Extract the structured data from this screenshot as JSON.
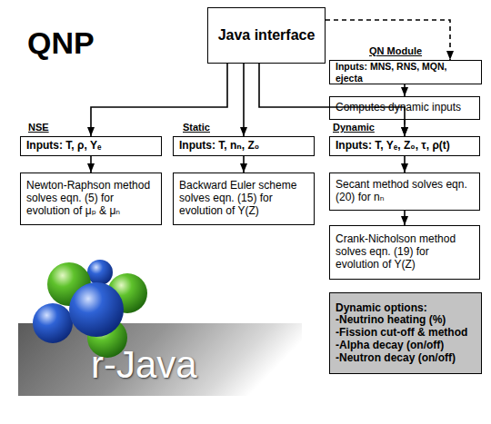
{
  "diagram": {
    "title": "QNP",
    "nodes": [
      {
        "text": [
          "Java interface"
        ]
      },
      {
        "text": [
          "QN Module",
          "Inputs: MNS, RNS, MQN, ejecta"
        ]
      },
      {
        "text": [
          "Computes dynamic inputs"
        ]
      },
      {
        "text": [
          "NSE",
          "Inputs: T, ρ, Yₑ"
        ]
      },
      {
        "text": [
          "Static",
          "Inputs: T, nₙ, Z₀"
        ]
      },
      {
        "text": [
          "Dynamic",
          "Inputs: T, Yₑ, Z₀, τ, ρ(t)"
        ]
      },
      {
        "text": [
          "Newton-Raphson method solves eqn. (5) for evolution of μₚ & μₙ"
        ]
      },
      {
        "text": [
          "Backward Euler scheme solves eqn. (15) for evolution of Y(Z)"
        ]
      },
      {
        "text": [
          "Secant method solves eqn. (20) for nₙ"
        ]
      },
      {
        "text": [
          "Crank-Nicholson method solves eqn. (19) for evolution of Y(Z)"
        ]
      },
      {
        "text": [
          "Dynamic options:",
          "-Neutrino heating (%)",
          "-Fission cut-off & method",
          "-Alpha decay (on/off)",
          "-Neutron decay (on/off)"
        ]
      }
    ],
    "edges": [
      {
        "from": 0,
        "to": 3,
        "arrow": "to"
      },
      {
        "from": 0,
        "to": 4,
        "arrow": "to"
      },
      {
        "from": 0,
        "to": 5,
        "arrow": "to"
      },
      {
        "from": 0,
        "to": 1,
        "arrow": "to"
      },
      {
        "from": 1,
        "to": 2,
        "arrow": "to"
      },
      {
        "from": 2,
        "to": 5,
        "arrow": "to"
      },
      {
        "from": 3,
        "to": 6,
        "arrow": "to"
      },
      {
        "from": 4,
        "to": 7,
        "arrow": "to"
      },
      {
        "from": 5,
        "to": 8,
        "arrow": "to"
      },
      {
        "from": 8,
        "to": 9,
        "arrow": "to"
      }
    ],
    "labels": [
      "r-Java"
    ]
  }
}
